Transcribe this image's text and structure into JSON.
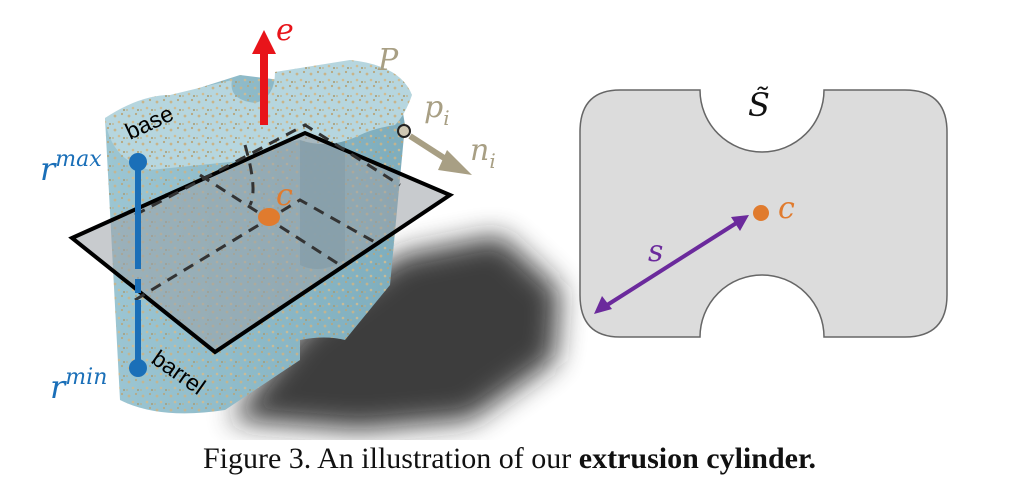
{
  "left_panel": {
    "label_e": "e",
    "label_P": "P",
    "label_pi": "p",
    "label_pi_sub": "i",
    "label_ni": "n",
    "label_ni_sub": "i",
    "label_c": "c",
    "label_base": "base",
    "label_barrel": "barrel",
    "label_rmax": "r",
    "label_rmax_sup": "max",
    "label_rmin": "r",
    "label_rmin_sup": "min"
  },
  "right_panel": {
    "label_S": "S̃",
    "label_c": "c",
    "label_s": "s"
  },
  "caption": {
    "prefix": "Figure 3.  An illustration of our ",
    "bold": "extrusion cylinder."
  },
  "colors": {
    "cylinder_top": "#a9cfd9",
    "cylinder_side": "#8bb9c8",
    "shadow": "#2b2b2b",
    "axis_e": "#e8141a",
    "radius_blue": "#1a6fb8",
    "center_orange": "#e07b2e",
    "scale_purple": "#6b2a9c",
    "point_tan": "#a89f84",
    "profile_fill": "#dcdcdc",
    "profile_stroke": "#666666"
  }
}
